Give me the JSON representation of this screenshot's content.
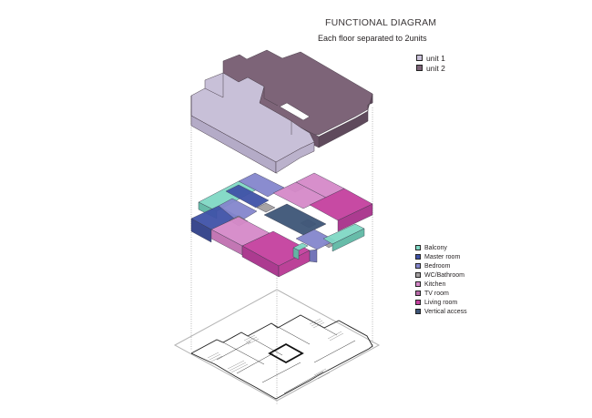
{
  "header": {
    "title": "FUNCTIONAL DIAGRAM",
    "subtitle": "Each floor separated to 2units"
  },
  "unit_legend": {
    "items": [
      {
        "label": "unit 1",
        "color": "#c8c0d8"
      },
      {
        "label": "unit 2",
        "color": "#7d6478"
      }
    ]
  },
  "room_legend": {
    "items": [
      {
        "label": "Balcony",
        "color": "#7fd8c4"
      },
      {
        "label": "Master room",
        "color": "#3f52a8"
      },
      {
        "label": "Bedroom",
        "color": "#8486cc"
      },
      {
        "label": "WC/Bathroom",
        "color": "#a39fa0"
      },
      {
        "label": "Kitchen",
        "color": "#d589c8"
      },
      {
        "label": "TV room",
        "color": "#b86aa8"
      },
      {
        "label": "Living room",
        "color": "#c4409e"
      },
      {
        "label": "Vertical access",
        "color": "#3d5577"
      }
    ]
  },
  "layers": [
    {
      "name": "unit-division-layer"
    },
    {
      "name": "functional-zones-layer"
    },
    {
      "name": "floor-plan-layer"
    }
  ]
}
